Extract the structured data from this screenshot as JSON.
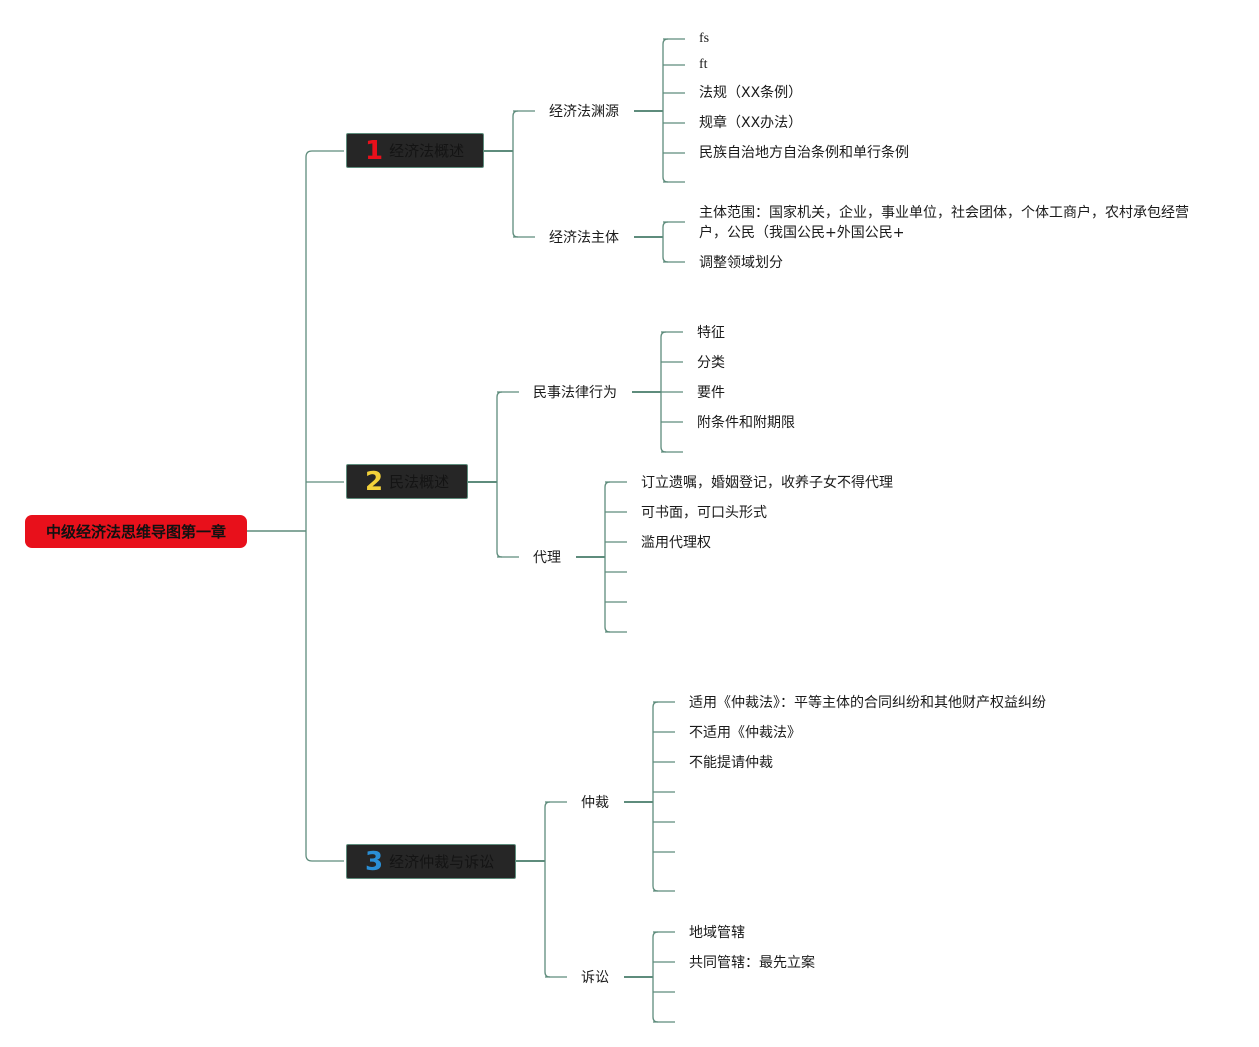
{
  "root": {
    "label": "中级经济法思维导图第一章"
  },
  "colors": {
    "root": "#e8101b",
    "chapter_bg": "#262626",
    "line": "#5e8c7c",
    "num1": "#e8101b",
    "num2": "#f2d13a",
    "num3": "#2a8fd6"
  },
  "ch1": {
    "num": "1",
    "label": "经济法概述",
    "b1": {
      "label": "经济法渊源",
      "items": [
        "fs",
        "ft",
        "法规（XX条例）",
        "规章（XX办法）",
        "民族自治地方自治条例和单行条例"
      ]
    },
    "b2": {
      "label": "经济法主体",
      "items": [
        "主体范围：国家机关，企业，事业单位，社会团体，个体工商户，农村承包经营户，公民（我国公民+外国公民+",
        "调整领域划分"
      ]
    }
  },
  "ch2": {
    "num": "2",
    "label": "民法概述",
    "b1": {
      "label": "民事法律行为",
      "items": [
        "特征",
        "分类",
        "要件",
        "附条件和附期限"
      ]
    },
    "b2": {
      "label": "代理",
      "items": [
        "订立遗嘱，婚姻登记，收养子女不得代理",
        "可书面，可口头形式",
        "滥用代理权"
      ]
    }
  },
  "ch3": {
    "num": "3",
    "label": "经济仲裁与诉讼",
    "b1": {
      "label": "仲裁",
      "items": [
        "适用《仲裁法》：平等主体的合同纠纷和其他财产权益纠纷",
        "不适用《仲裁法》",
        "不能提请仲裁"
      ]
    },
    "b2": {
      "label": "诉讼",
      "items": [
        "地域管辖",
        "共同管辖：最先立案"
      ]
    }
  }
}
